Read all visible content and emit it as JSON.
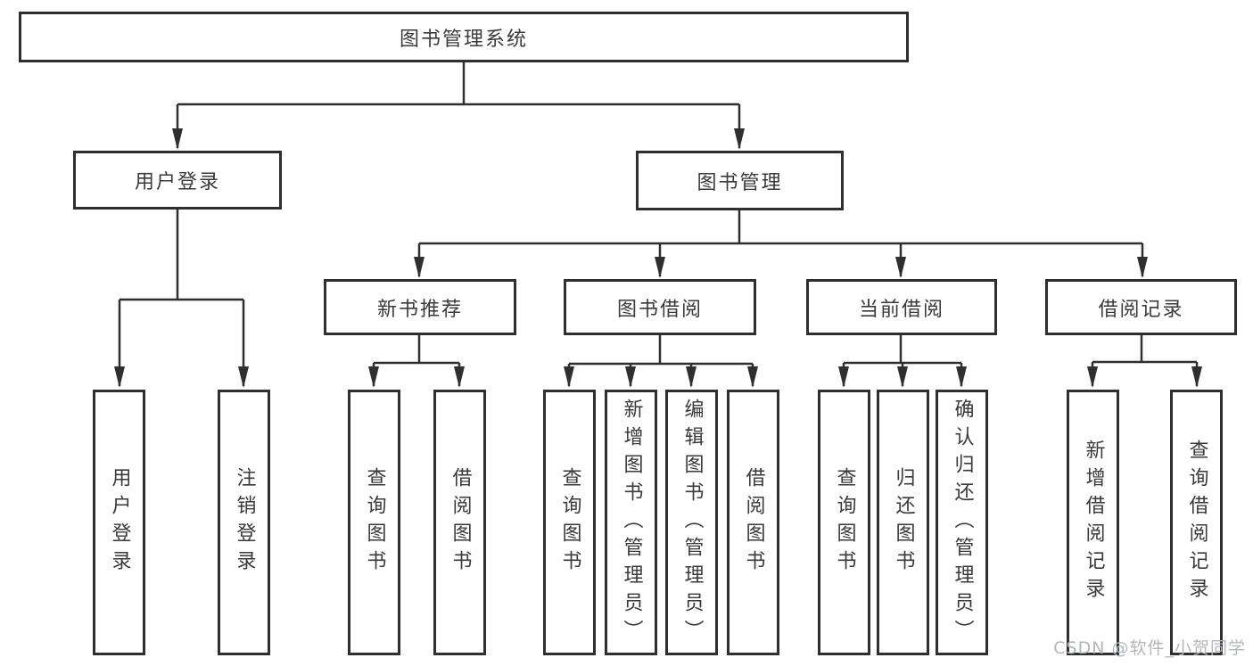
{
  "diagram": {
    "root": {
      "label": "图书管理系统"
    },
    "branches": [
      {
        "label": "用户登录",
        "children": [
          {
            "label": "用户登录"
          },
          {
            "label": "注销登录"
          }
        ]
      },
      {
        "label": "图书管理",
        "children": [
          {
            "label": "新书推荐",
            "children": [
              {
                "label": "查询图书"
              },
              {
                "label": "借阅图书"
              }
            ]
          },
          {
            "label": "图书借阅",
            "children": [
              {
                "label": "查询图书"
              },
              {
                "label": "新增图书（管理员）"
              },
              {
                "label": "编辑图书（管理员）"
              },
              {
                "label": "借阅图书"
              }
            ]
          },
          {
            "label": "当前借阅",
            "children": [
              {
                "label": "查询图书"
              },
              {
                "label": "归还图书"
              },
              {
                "label": "确认归还（管理员）"
              }
            ]
          },
          {
            "label": "借阅记录",
            "children": [
              {
                "label": "新增借阅记录"
              },
              {
                "label": "查询借阅记录"
              }
            ]
          }
        ]
      }
    ]
  },
  "colors": {
    "line": "#2f2f2f",
    "text": "#3a3a3a",
    "watermark": "#b3b6ba"
  },
  "watermark": {
    "text": "CSDN @软件_小贺同学"
  }
}
